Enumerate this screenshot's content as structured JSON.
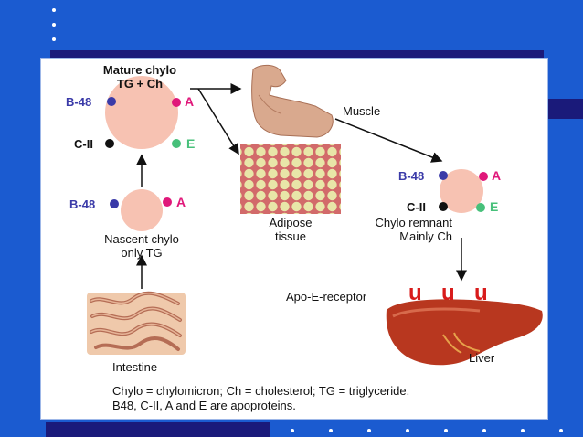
{
  "colors": {
    "background": "#1b5bd0",
    "navy": "#1a1a7a",
    "chylo_fill": "#f7c2b2",
    "apo_b48": "#3a3aa8",
    "apo_a": "#e0187a",
    "apo_cii": "#111111",
    "apo_e": "#47c07a",
    "receptor": "#d81b1b"
  },
  "mature": {
    "title_line1": "Mature chylo",
    "title_line2": "TG + Ch",
    "b48": "B-48",
    "a": "A",
    "cii": "C-II",
    "e": "E"
  },
  "nascent": {
    "b48": "B-48",
    "a": "A",
    "label_line1": "Nascent chylo",
    "label_line2": "only TG"
  },
  "remnant": {
    "b48": "B-48",
    "a": "A",
    "cii": "C-II",
    "e": "E",
    "label_line1": "Chylo remnant",
    "label_line2": "Mainly Ch"
  },
  "muscle": {
    "label": "Muscle"
  },
  "adipose": {
    "label_line1": "Adipose",
    "label_line2": "tissue"
  },
  "intestine": {
    "label": "Intestine"
  },
  "liver": {
    "label": "Liver",
    "receptor_label": "Apo-E-receptor",
    "receptor_glyphs": [
      "u",
      "u",
      "u"
    ]
  },
  "caption": {
    "line1": "Chylo = chylomicron; Ch = cholesterol; TG = triglyceride.",
    "line2": "B48, C-II, A and E are apoproteins."
  },
  "icons": [
    "muscle-arm-image",
    "adipose-tissue-image",
    "intestine-image",
    "liver-image"
  ]
}
